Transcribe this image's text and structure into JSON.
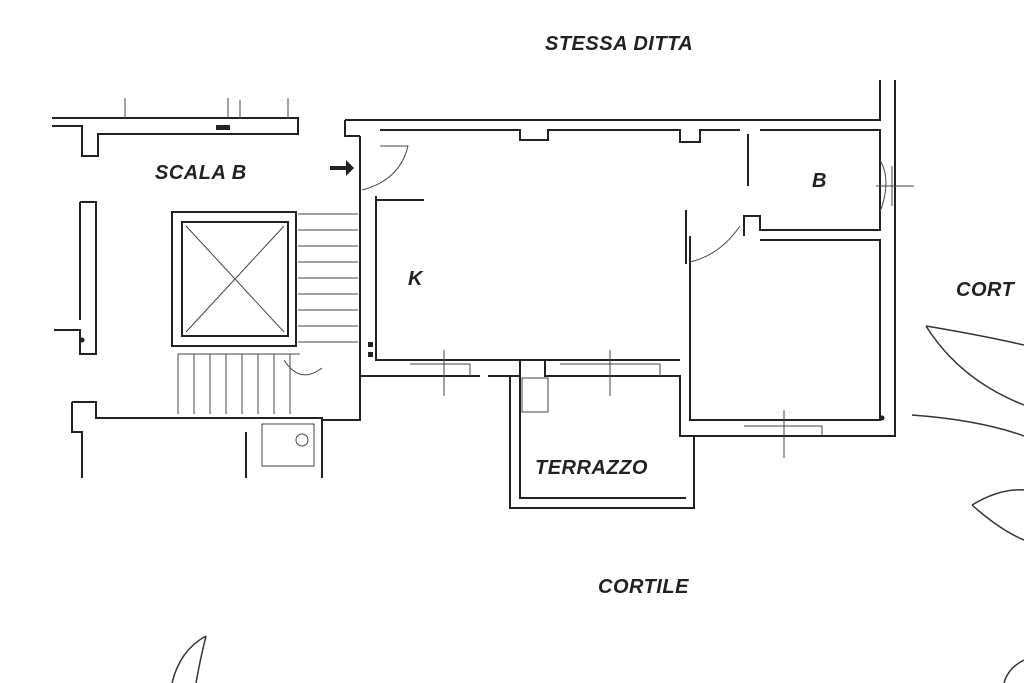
{
  "labels": {
    "top": "STESSA DITTA",
    "stair": "SCALA B",
    "bathroom": "B",
    "kitchen": "K",
    "courtyard_right": "CORT",
    "terrace": "TERRAZZO",
    "courtyard_bottom": "CORTILE"
  },
  "colors": {
    "lines": "#222222",
    "background": "#ffffff"
  }
}
